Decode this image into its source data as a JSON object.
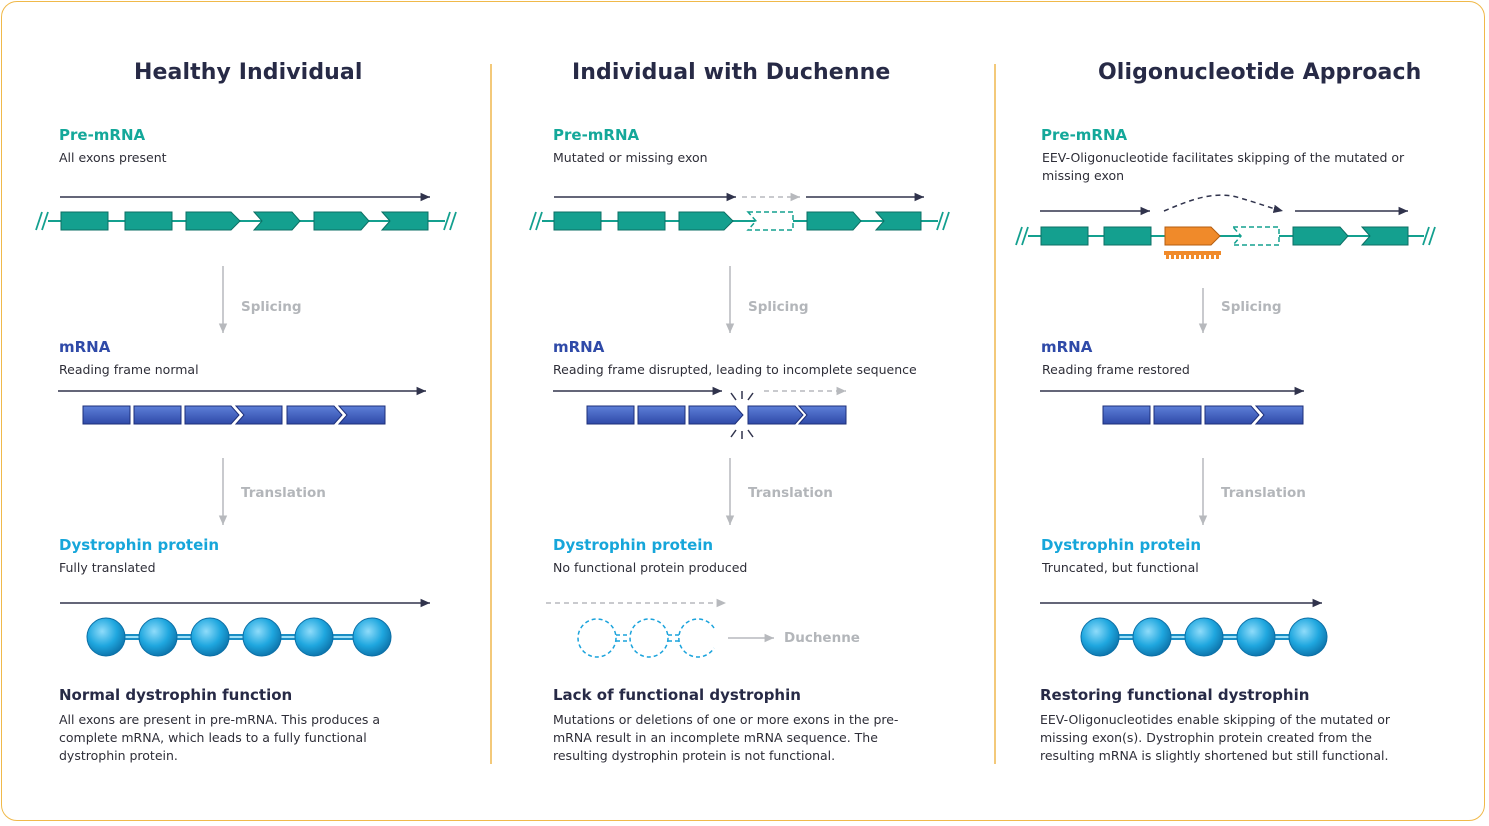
{
  "columns": [
    {
      "title": "Healthy Individual",
      "pre_label": "Pre-mRNA",
      "pre_sub": "All exons present",
      "splicing": "Splicing",
      "mrna_label": "mRNA",
      "mrna_sub": "Reading frame normal",
      "translation": "Translation",
      "protein_label": "Dystrophin protein",
      "protein_sub": "Fully translated",
      "summary_title": "Normal dystrophin function",
      "summary_body": "All exons are present in pre-mRNA. This produces a complete mRNA, which leads to a fully functional dystrophin protein."
    },
    {
      "title": "Individual with Duchenne",
      "pre_label": "Pre-mRNA",
      "pre_sub": "Mutated or missing exon",
      "splicing": "Splicing",
      "mrna_label": "mRNA",
      "mrna_sub": "Reading frame disrupted, leading to incomplete sequence",
      "translation": "Translation",
      "protein_label": "Dystrophin protein",
      "protein_sub": "No functional protein produced",
      "outcome": "Duchenne",
      "summary_title": "Lack of functional dystrophin",
      "summary_body": "Mutations or deletions of one or more exons in the pre-mRNA result in an incomplete mRNA sequence. The resulting dystrophin protein is not functional."
    },
    {
      "title": "Oligonucleotide Approach",
      "pre_label": "Pre-mRNA",
      "pre_sub": "EEV-Oligonucleotide facilitates skipping of the mutated or missing exon",
      "splicing": "Splicing",
      "mrna_label": "mRNA",
      "mrna_sub": "Reading frame restored",
      "translation": "Translation",
      "protein_label": "Dystrophin protein",
      "protein_sub": "Truncated, but functional",
      "summary_title": "Restoring functional dystrophin",
      "summary_body": "EEV-Oligonucleotides enable skipping of the mutated or missing exon(s). Dystrophin protein created from the resulting mRNA is slightly shortened but still functional."
    }
  ],
  "colors": {
    "frame": "#f0b94a",
    "exon_teal": "#14a08f",
    "exon_blue": "#3a5bc0",
    "protein_bead": "#1aa3dc",
    "oligo_orange": "#f08a2a",
    "arrow_dark": "#30334c",
    "arrow_grey": "#b7b9bd"
  }
}
